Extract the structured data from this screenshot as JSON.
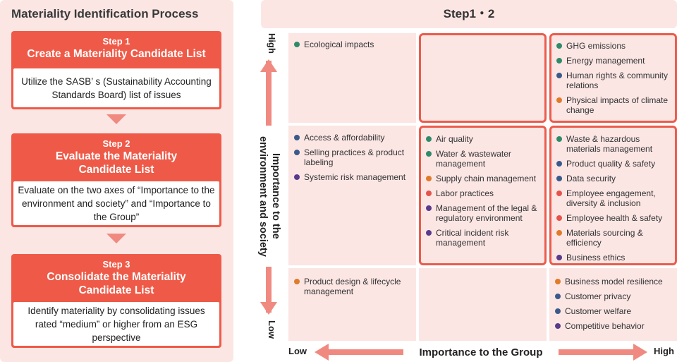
{
  "left_panel": {
    "title": "Materiality Identification Process",
    "steps": [
      {
        "label": "Step 1",
        "name": "Create a Materiality Candidate List",
        "desc": "Utilize the SASB’ s (Sustainability Accounting Standards Board) list of issues"
      },
      {
        "label": "Step 2",
        "name": "Evaluate the Materiality Candidate List",
        "desc": "Evaluate on the two axes of “Importance to the environment and society” and “Importance to the Group”"
      },
      {
        "label": "Step 3",
        "name": "Consolidate the Materiality Candidate List",
        "desc": "Identify materiality by consolidating issues rated “medium” or higher from an ESG perspective"
      }
    ]
  },
  "matrix": {
    "header": "Step1・2",
    "y_axis": {
      "label": "Importance to the environment and society",
      "high": "High",
      "low": "Low"
    },
    "x_axis": {
      "label": "Importance to the Group",
      "low": "Low",
      "high": "High"
    },
    "colors": {
      "green": "#2e8b6a",
      "blue": "#3b5a8c",
      "orange": "#e07b2a",
      "red": "#e5534b",
      "purple": "#5a3a8c",
      "accent": "#ec5b4c",
      "cell_bg": "#fbe6e4"
    },
    "cells": {
      "high_low": [
        {
          "text": "Ecological impacts",
          "color": "green"
        }
      ],
      "high_mid": [],
      "high_high": [
        {
          "text": "GHG emissions",
          "color": "green"
        },
        {
          "text": "Energy management",
          "color": "green"
        },
        {
          "text": "Human rights & community relations",
          "color": "blue"
        },
        {
          "text": "Physical impacts of climate change",
          "color": "orange"
        }
      ],
      "mid_low": [
        {
          "text": "Access & affordability",
          "color": "blue"
        },
        {
          "text": "Selling practices & product labeling",
          "color": "blue"
        },
        {
          "text": "Systemic risk management",
          "color": "purple"
        }
      ],
      "mid_mid": [
        {
          "text": "Air quality",
          "color": "green"
        },
        {
          "text": "Water & wastewater management",
          "color": "green"
        },
        {
          "text": "Supply chain management",
          "color": "orange"
        },
        {
          "text": "Labor practices",
          "color": "red"
        },
        {
          "text": "Management of the legal & regulatory environment",
          "color": "purple"
        },
        {
          "text": "Critical incident risk management",
          "color": "purple"
        }
      ],
      "mid_high": [
        {
          "text": "Waste & hazardous materials management",
          "color": "green"
        },
        {
          "text": "Product quality & safety",
          "color": "blue"
        },
        {
          "text": "Data security",
          "color": "blue"
        },
        {
          "text": "Employee engagement, diversity & inclusion",
          "color": "red"
        },
        {
          "text": "Employee health & safety",
          "color": "red"
        },
        {
          "text": "Materials sourcing & efficiency",
          "color": "orange"
        },
        {
          "text": "Business ethics",
          "color": "purple"
        }
      ],
      "low_low": [
        {
          "text": "Product design & lifecycle management",
          "color": "orange"
        }
      ],
      "low_mid": [],
      "low_high": [
        {
          "text": "Business model resilience",
          "color": "orange"
        },
        {
          "text": "Customer privacy",
          "color": "blue"
        },
        {
          "text": "Customer welfare",
          "color": "blue"
        },
        {
          "text": "Competitive behavior",
          "color": "purple"
        }
      ]
    }
  }
}
